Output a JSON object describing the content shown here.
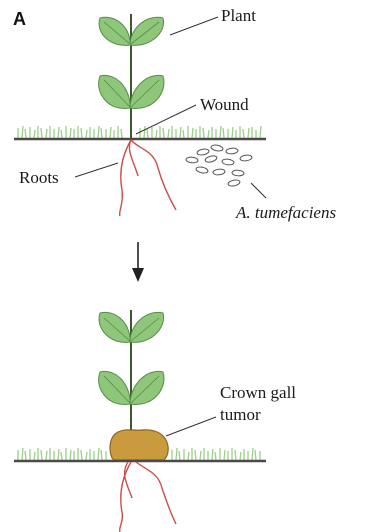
{
  "panel_label": "A",
  "labels": {
    "plant": "Plant",
    "wound": "Wound",
    "roots": "Roots",
    "bacteria": "A. tumefaciens",
    "tumor_line1": "Crown gall",
    "tumor_line2": "tumor"
  },
  "colors": {
    "leaf": "#8fc77a",
    "leaf_vein": "#5a8a4a",
    "grass": "#9ccf8a",
    "ground": "#4a4a4a",
    "root": "#c9514a",
    "tumor": "#c99a3e",
    "stem": "#3a5a2a"
  }
}
